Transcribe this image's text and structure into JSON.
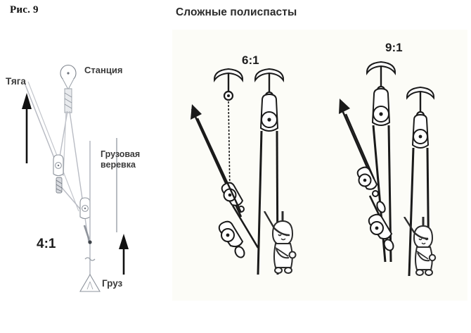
{
  "figure": {
    "number_label": "Рис. 9",
    "title": "Сложные полиспасты"
  },
  "colors": {
    "background": "#ffffff",
    "scan_background": "#fcfcf7",
    "text_dark": "#1c1c1c",
    "text_label": "#3a3a3a",
    "line_light": "#b9bcc4",
    "line_dark": "#1a1a1a",
    "rope_gray": "#9aa0a8"
  },
  "diagrams": [
    {
      "id": "left",
      "ratio": "4:1",
      "labels": {
        "haul": "Тяга",
        "anchor": "Станция",
        "load_rope": "Грузовая\nверевка",
        "load_rope_line1": "Грузовая",
        "load_rope_line2": "веревка",
        "load": "Груз"
      },
      "pulleys": 2,
      "anchor_icon": "carabiner-ring-icon",
      "load_icon": "load-triangle-icon",
      "haul_arrow": "up-left-arrow-icon",
      "load_arrow": "up-arrow-icon"
    },
    {
      "id": "middle",
      "ratio": "6:1",
      "anchors": 2,
      "pulleys": 3,
      "anchor_icon": "anchor-hook-icon",
      "person_icon": "climber-person-icon",
      "haul_arrow": "up-left-arrow-icon"
    },
    {
      "id": "right",
      "ratio": "9:1",
      "anchors": 2,
      "pulleys": 4,
      "anchor_icon": "anchor-hook-icon",
      "person_icon": "climber-person-icon",
      "haul_arrow": "up-left-arrow-icon"
    }
  ]
}
